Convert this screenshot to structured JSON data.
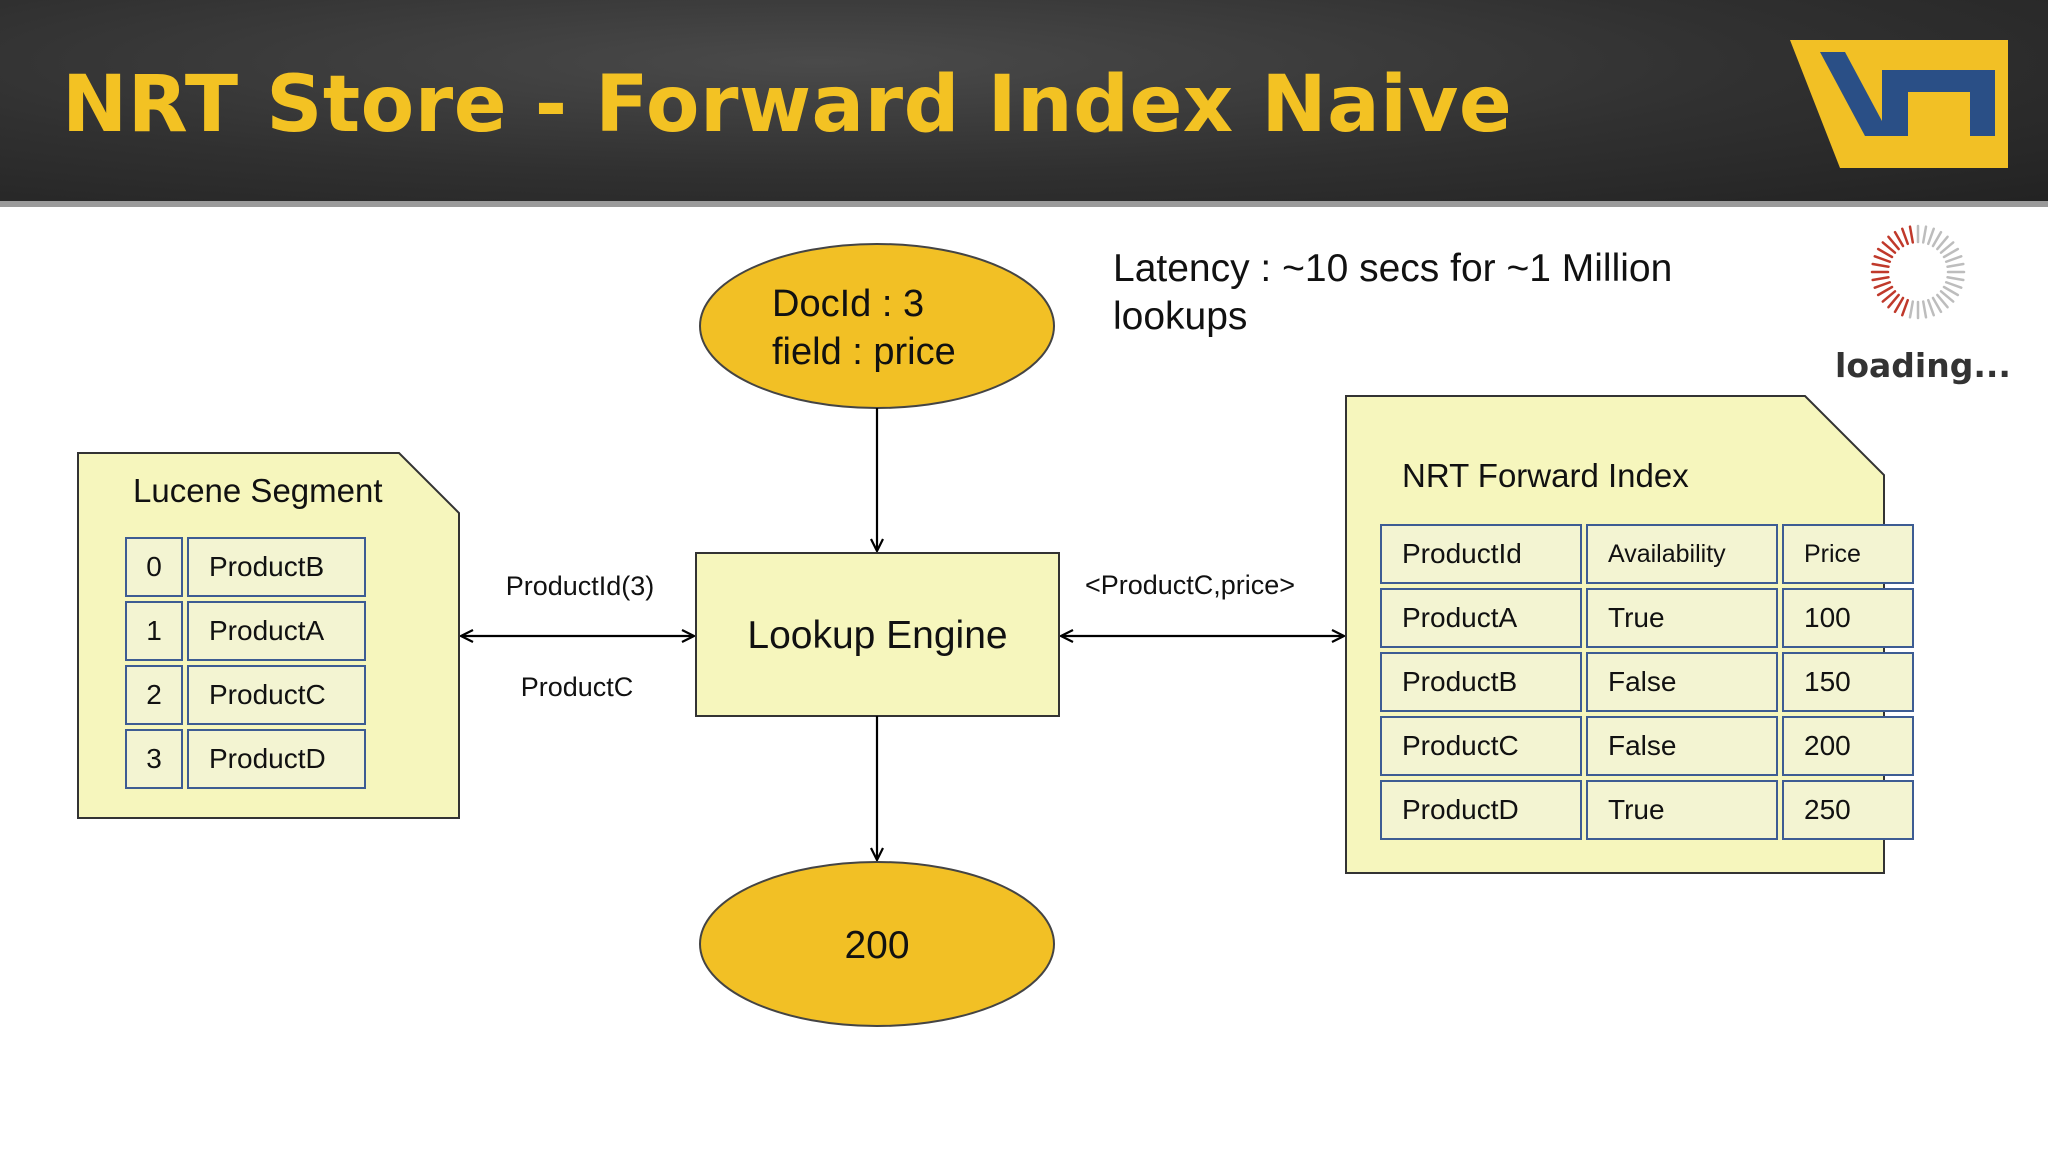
{
  "slide": {
    "title": "NRT Store - Forward Index Naive",
    "latency_text": "Latency :  ~10 secs for ~1 Million lookups",
    "loading_text": "loading..."
  },
  "diagram": {
    "query": {
      "line1": "DocId : 3",
      "line2": "field : price"
    },
    "engine_label": "Lookup Engine",
    "result_label": "200",
    "left_arrow_top": "ProductId(3)",
    "left_arrow_bottom": "ProductC",
    "right_arrow_top": "<ProductC,price>",
    "lucene": {
      "title": "Lucene Segment",
      "rows": [
        [
          "0",
          "ProductB"
        ],
        [
          "1",
          "ProductA"
        ],
        [
          "2",
          "ProductC"
        ],
        [
          "3",
          "ProductD"
        ]
      ]
    },
    "forward_index": {
      "title": "NRT Forward Index",
      "headers": [
        "ProductId",
        "Availability",
        "Price"
      ],
      "rows": [
        [
          "ProductA",
          "True",
          "100"
        ],
        [
          "ProductB",
          "False",
          "150"
        ],
        [
          "ProductC",
          "False",
          "200"
        ],
        [
          "ProductD",
          "True",
          "250"
        ]
      ]
    }
  },
  "colors": {
    "title": "#f3c223",
    "ellipse_fill": "#f2c025",
    "box_fill": "#f6f6bd",
    "cell_border": "#3d5c93",
    "header_bg": "#333333"
  }
}
